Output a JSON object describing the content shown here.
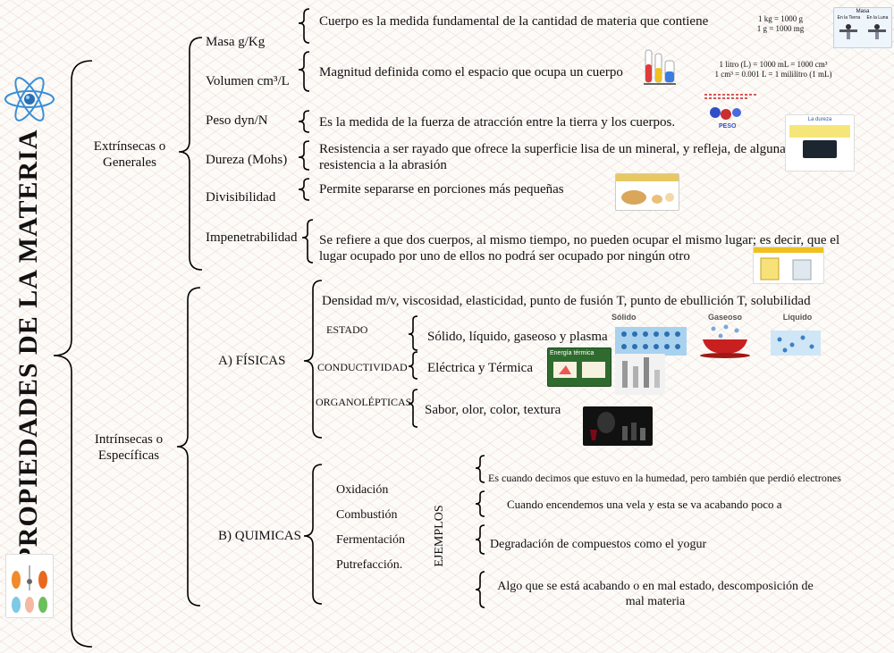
{
  "title": "PROPIEDADES DE LA MATERIA",
  "extrinsecas": {
    "label_line1": "Extrínsecas o",
    "label_line2": "Generales",
    "items": [
      {
        "name": "Masa g/Kg",
        "desc": "Cuerpo es la medida fundamental de la cantidad de materia que contiene"
      },
      {
        "name": "Volumen cm³/L",
        "desc": "Magnitud definida como el espacio que ocupa un cuerpo"
      },
      {
        "name": "Peso dyn/N",
        "desc": "Es la medida de la fuerza de atracción entre la tierra y los cuerpos."
      },
      {
        "name": "Dureza (Mohs)",
        "desc_line1": "Resistencia a ser rayado que ofrece la superficie lisa de un mineral, y refleja, de alguna ma",
        "desc_line2": "resistencia a la abrasión"
      },
      {
        "name": "Divisibilidad",
        "desc": "Permite separarse en porciones más pequeñas"
      },
      {
        "name": "Impenetrabilidad",
        "desc_line1": "Se refiere a que dos cuerpos, al mismo tiempo, no pueden ocupar el mismo lugar; es decir, que el",
        "desc_line2": "lugar ocupado por uno de ellos no podrá ser ocupado por ningún otro"
      }
    ],
    "notes": {
      "masa_line1": "1 kg = 1000 g",
      "masa_line2": "1 g = 1000 mg",
      "volumen_line1": "1 litro (L) = 1000 mL = 1000 cm³",
      "volumen_line2": "1 cm³ = 0.001 L = 1 mililitro (1 mL)"
    }
  },
  "intrinsecas": {
    "label_line1": "Intrínsecas o",
    "label_line2": "Específicas",
    "fisicas": {
      "label": "A) FÍSICAS",
      "summary": "Densidad m/v, viscosidad, elasticidad, punto de fusión T, punto de ebullición T, solubilidad",
      "estado": {
        "label": "ESTADO",
        "desc": "Sólido, líquido, gaseoso y plasma",
        "img_labels": [
          "Sólido",
          "Gaseoso",
          "Líquido"
        ]
      },
      "conductividad": {
        "label": "CONDUCTIVIDAD",
        "desc": "Eléctrica y Térmica",
        "img_label": "Energía térmica"
      },
      "organolepticas": {
        "label": "ORGANOLÉPTICAS",
        "desc": "Sabor, olor, color, textura"
      }
    },
    "quimicas": {
      "label": "B) QUIMICAS",
      "items": [
        "Oxidación",
        "Combustión",
        "Fermentación",
        "Putrefacción."
      ],
      "ejemplos_label": "EJEMPLOS",
      "ejemplos": [
        "Es cuando decimos que estuvo en la humedad, pero también que perdió electrones",
        "Cuando encendemos una vela y esta se va acabando poco a",
        "Degradación de compuestos como el yogur"
      ],
      "ejemplo_4_line1": "Algo que se está acabando o en mal estado, descomposición de",
      "ejemplo_4_line2": "mal materia"
    }
  },
  "images": {
    "peso_caption": "PESO",
    "dureza_caption": "La dureza",
    "balanza_title": "Masa",
    "balanza_left": "En la Tierra",
    "balanza_right": "En la Luna"
  },
  "colors": {
    "bracket": "#000000",
    "bg": "#fdfbf8"
  }
}
